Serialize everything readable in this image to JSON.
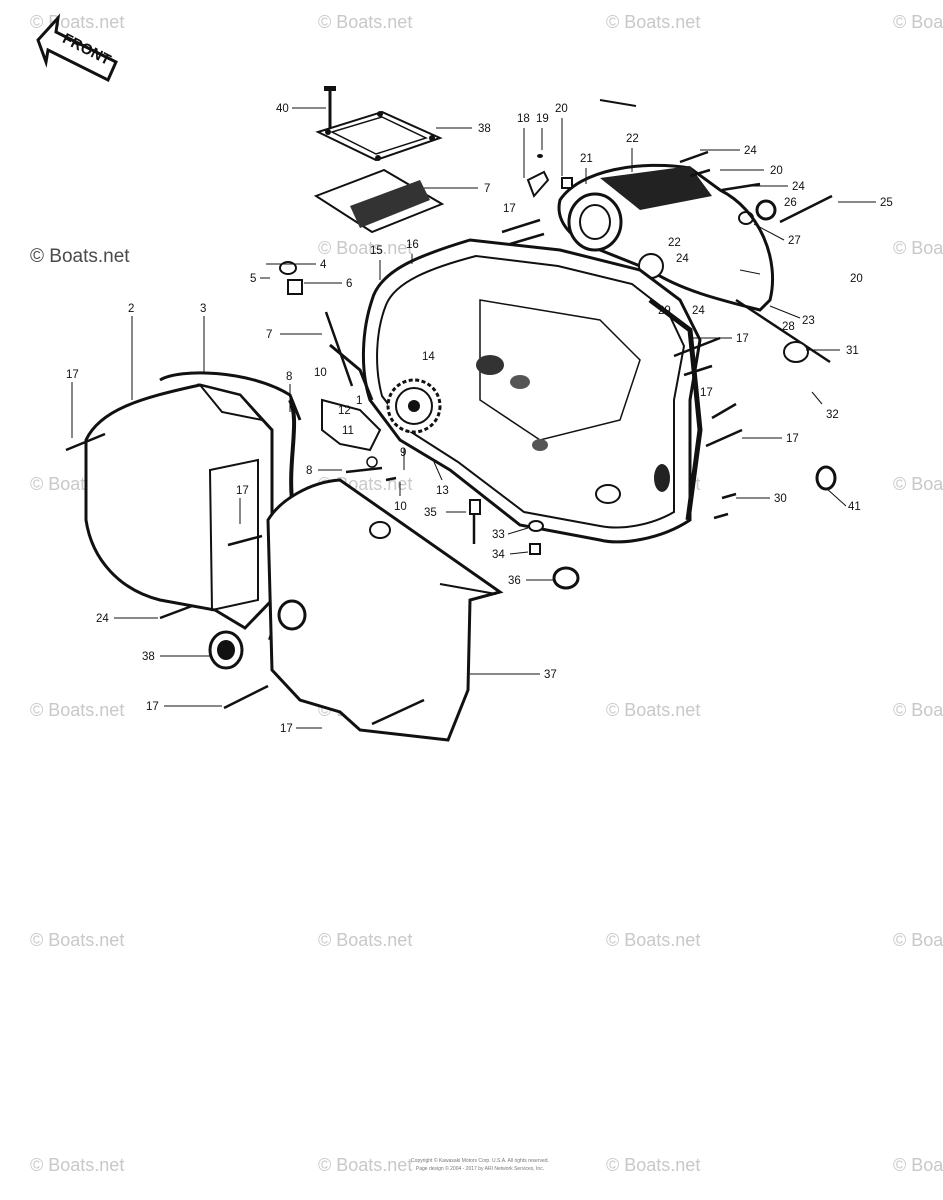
{
  "watermark": {
    "text": "© Boats.net",
    "prominent_text": "© Boats.net"
  },
  "front_arrow": {
    "label": "FRONT"
  },
  "callouts": [
    "40",
    "38",
    "7",
    "18",
    "19",
    "20",
    "21",
    "22",
    "24",
    "20",
    "24",
    "25",
    "26",
    "27",
    "17",
    "22",
    "24",
    "15",
    "16",
    "4",
    "5",
    "6",
    "7",
    "24",
    "29",
    "23",
    "28",
    "17",
    "20",
    "31",
    "2",
    "3",
    "17",
    "14",
    "8",
    "10",
    "1",
    "12",
    "11",
    "9",
    "17",
    "17",
    "32",
    "17",
    "8",
    "10",
    "13",
    "35",
    "30",
    "41",
    "33",
    "34",
    "36",
    "24",
    "38",
    "37",
    "17",
    "17"
  ],
  "copyright": [
    "Copyright © Kawasaki Motors Corp. U.S.A. All rights reserved.",
    "Page design © 2004 - 2017 by ARI Network Services, Inc."
  ]
}
